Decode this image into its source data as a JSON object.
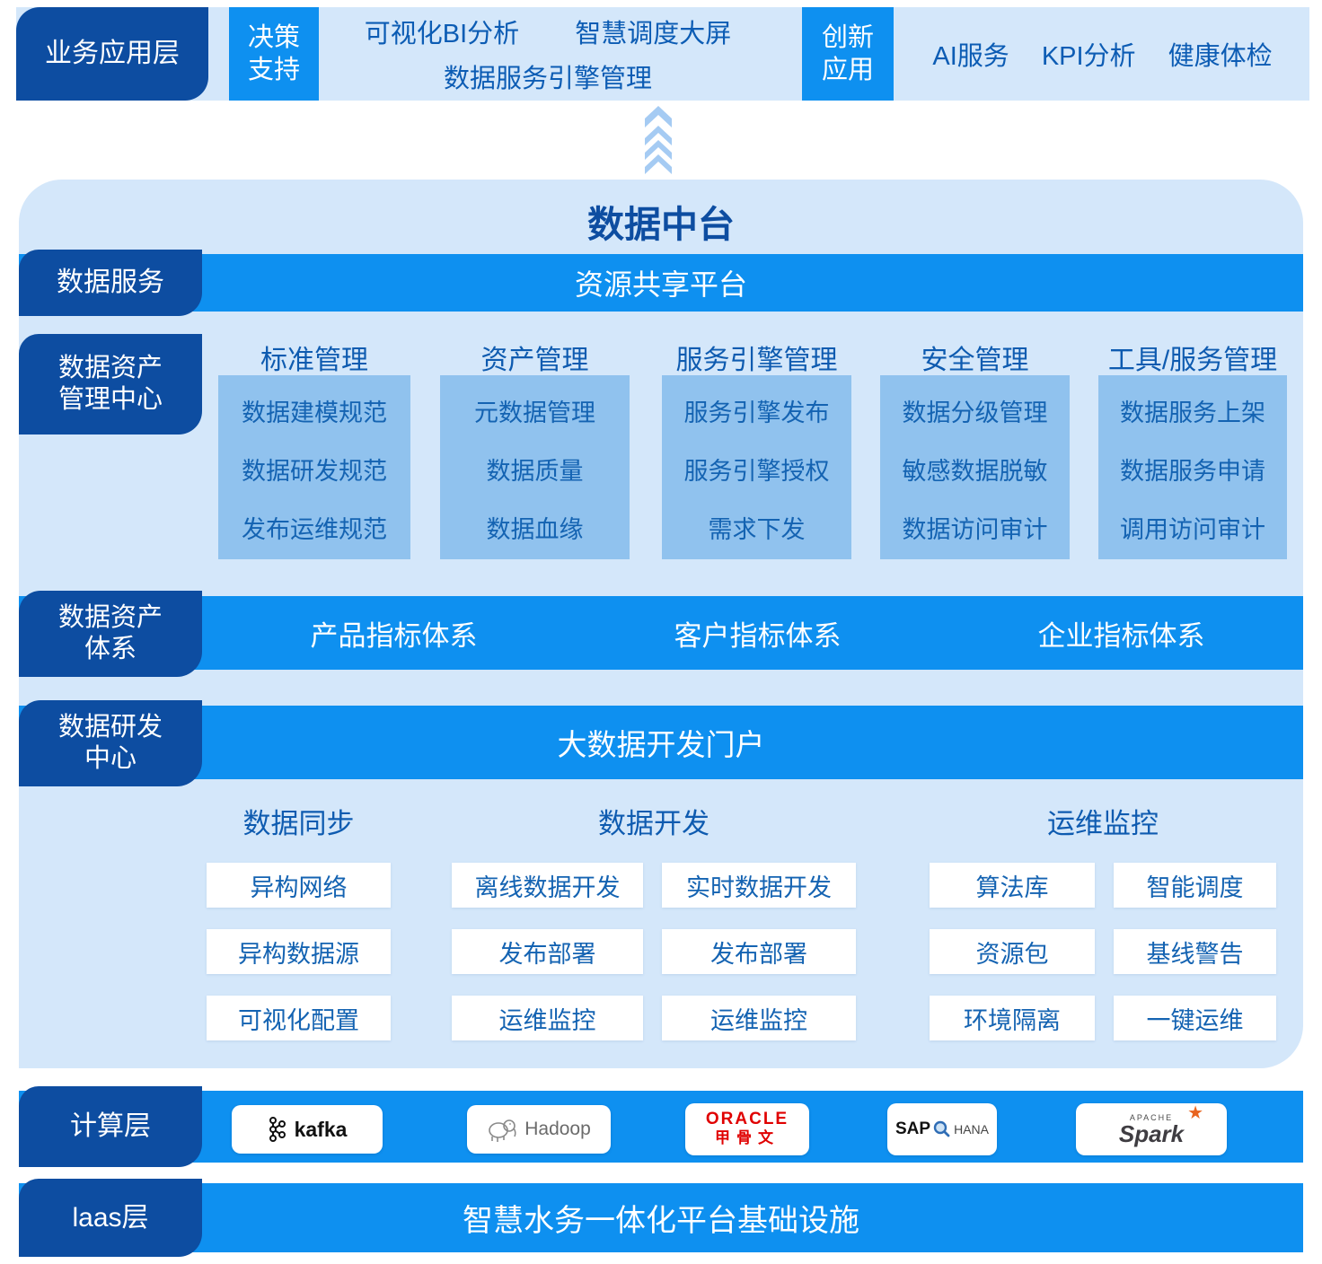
{
  "colors": {
    "navy": "#0d4da1",
    "bright_blue": "#0e90f0",
    "panel_blue": "#d4e7fa",
    "box_blue": "#90c2ee",
    "item_text_blue": "#1463b2",
    "header_text_blue": "#0e5bb0",
    "oracle_red": "#e00000",
    "spark_orange": "#e8641f"
  },
  "top_row": {
    "layer_label": "业务应用层",
    "decision": {
      "tag_line1": "决策",
      "tag_line2": "支持",
      "items_line1": [
        "可视化BI分析",
        "智慧调度大屏"
      ],
      "line2": "数据服务引擎管理"
    },
    "innovation": {
      "tag_line1": "创新",
      "tag_line2": "应用",
      "items": [
        "AI服务",
        "KPI分析",
        "健康体检"
      ]
    }
  },
  "platform": {
    "title": "数据中台",
    "data_service": {
      "label": "数据服务",
      "bar_text": "资源共享平台"
    },
    "asset_mgmt_center": {
      "label_line1": "数据资产",
      "label_line2": "管理中心",
      "columns": [
        {
          "header": "标准管理",
          "items": [
            "数据建模规范",
            "数据研发规范",
            "发布运维规范"
          ]
        },
        {
          "header": "资产管理",
          "items": [
            "元数据管理",
            "数据质量",
            "数据血缘"
          ]
        },
        {
          "header": "服务引擎管理",
          "items": [
            "服务引擎发布",
            "服务引擎授权",
            "需求下发"
          ]
        },
        {
          "header": "安全管理",
          "items": [
            "数据分级管理",
            "敏感数据脱敏",
            "数据访问审计"
          ]
        },
        {
          "header": "工具/服务管理",
          "items": [
            "数据服务上架",
            "数据服务申请",
            "调用访问审计"
          ]
        }
      ]
    },
    "asset_system": {
      "label_line1": "数据资产",
      "label_line2": "体系",
      "items": [
        "产品指标体系",
        "客户指标体系",
        "企业指标体系"
      ]
    },
    "dev_center": {
      "label_line1": "数据研发",
      "label_line2": "中心",
      "bar_text": "大数据开发门户"
    },
    "dev_section": {
      "sync": {
        "header": "数据同步",
        "items": [
          "异构网络",
          "异构数据源",
          "可视化配置"
        ]
      },
      "develop": {
        "header": "数据开发",
        "rows": [
          [
            "离线数据开发",
            "实时数据开发"
          ],
          [
            "发布部署",
            "发布部署"
          ],
          [
            "运维监控",
            "运维监控"
          ]
        ]
      },
      "ops": {
        "header": "运维监控",
        "rows": [
          [
            "算法库",
            "智能调度"
          ],
          [
            "资源包",
            "基线警告"
          ],
          [
            "环境隔离",
            "一键运维"
          ]
        ]
      }
    }
  },
  "compute_layer": {
    "label": "计算层",
    "logos": {
      "kafka": {
        "text": "kafka"
      },
      "hadoop": {
        "text": "Hadoop"
      },
      "oracle": {
        "line1": "ORACLE",
        "line2": "甲骨文"
      },
      "sap_hana": {
        "sap": "SAP",
        "hana": "HANA"
      },
      "spark": {
        "line1": "APACHE",
        "line2": "Spark",
        "star": "★"
      }
    }
  },
  "iaas_layer": {
    "label": "laas层",
    "bar_text": "智慧水务一体化平台基础设施"
  }
}
